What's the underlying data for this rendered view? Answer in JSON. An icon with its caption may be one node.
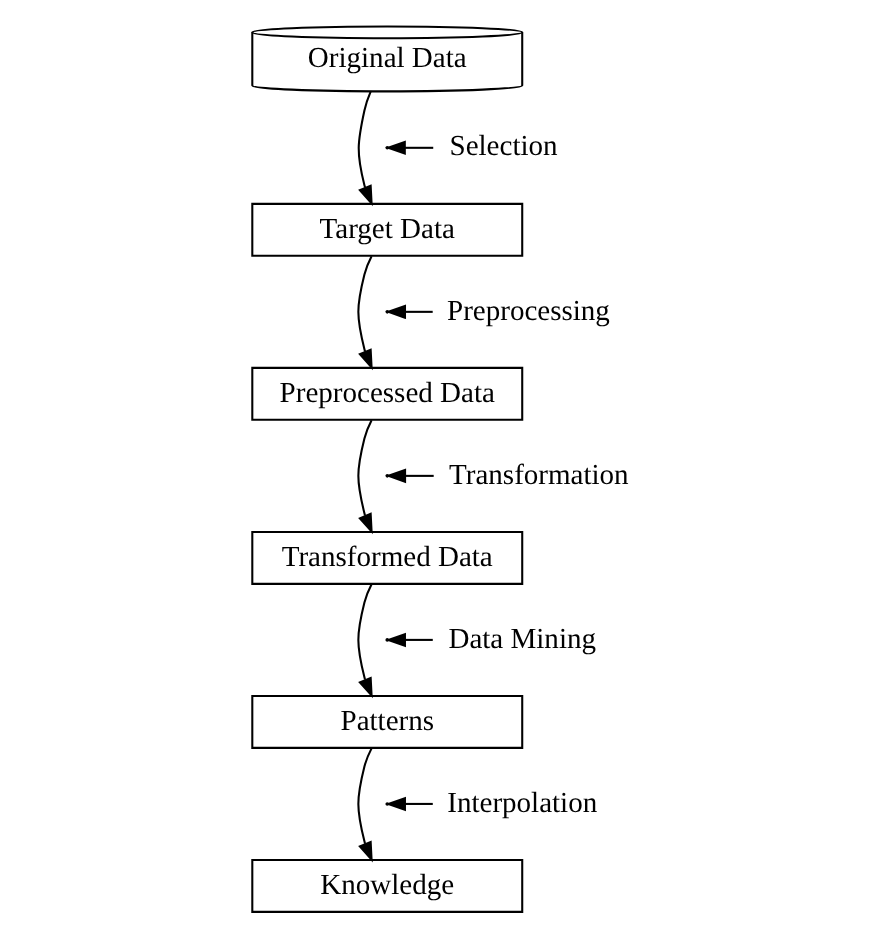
{
  "diagram": {
    "nodes": [
      {
        "text": [
          "Original Data"
        ]
      },
      {
        "text": [
          "Selection"
        ]
      },
      {
        "text": [
          "Target Data"
        ]
      },
      {
        "text": [
          "Preprocessing"
        ]
      },
      {
        "text": [
          "Preprocessed Data"
        ]
      },
      {
        "text": [
          "Transformation"
        ]
      },
      {
        "text": [
          "Transformed Data"
        ]
      },
      {
        "text": [
          "Data Mining"
        ]
      },
      {
        "text": [
          "Patterns"
        ]
      },
      {
        "text": [
          "Interpolation"
        ]
      },
      {
        "text": [
          "Knowledge"
        ]
      }
    ],
    "edges": [
      {
        "from": 0,
        "to": 2,
        "arrow": "to"
      },
      {
        "from": 1,
        "to": null,
        "arrow": "to"
      },
      {
        "from": 2,
        "to": 4,
        "arrow": "to"
      },
      {
        "from": 3,
        "to": null,
        "arrow": "to"
      },
      {
        "from": 4,
        "to": 6,
        "arrow": "to"
      },
      {
        "from": 5,
        "to": null,
        "arrow": "to"
      },
      {
        "from": 6,
        "to": 8,
        "arrow": "to"
      },
      {
        "from": 7,
        "to": null,
        "arrow": "to"
      },
      {
        "from": 8,
        "to": 10,
        "arrow": "to"
      },
      {
        "from": 9,
        "to": null,
        "arrow": "to"
      }
    ]
  }
}
